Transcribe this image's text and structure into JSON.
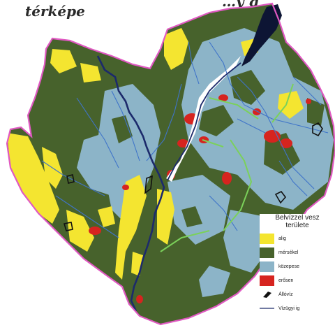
{
  "header": {
    "title": "térképe",
    "title_fragment": "…y      g"
  },
  "legend": {
    "title_line1": "Belvízzel vesz",
    "title_line2": "területe",
    "items": [
      {
        "label": "alig",
        "color": "#f4e530"
      },
      {
        "label": "mérsékel",
        "color": "#47622c"
      },
      {
        "label": "közepese",
        "color": "#8cb4c8"
      },
      {
        "label": "erősen",
        "color": "#d6241f"
      }
    ],
    "symbols": [
      {
        "label": "Állóvíz",
        "icon": "standing-water-icon"
      },
      {
        "label": "Vízügyi ig",
        "icon": "boundary-line-icon"
      }
    ]
  },
  "colors": {
    "river": "#1c2a6b",
    "canals": "#3f74c9",
    "border": "#e059c2",
    "roads": "#7bd15a",
    "lake": "#0d1534"
  }
}
